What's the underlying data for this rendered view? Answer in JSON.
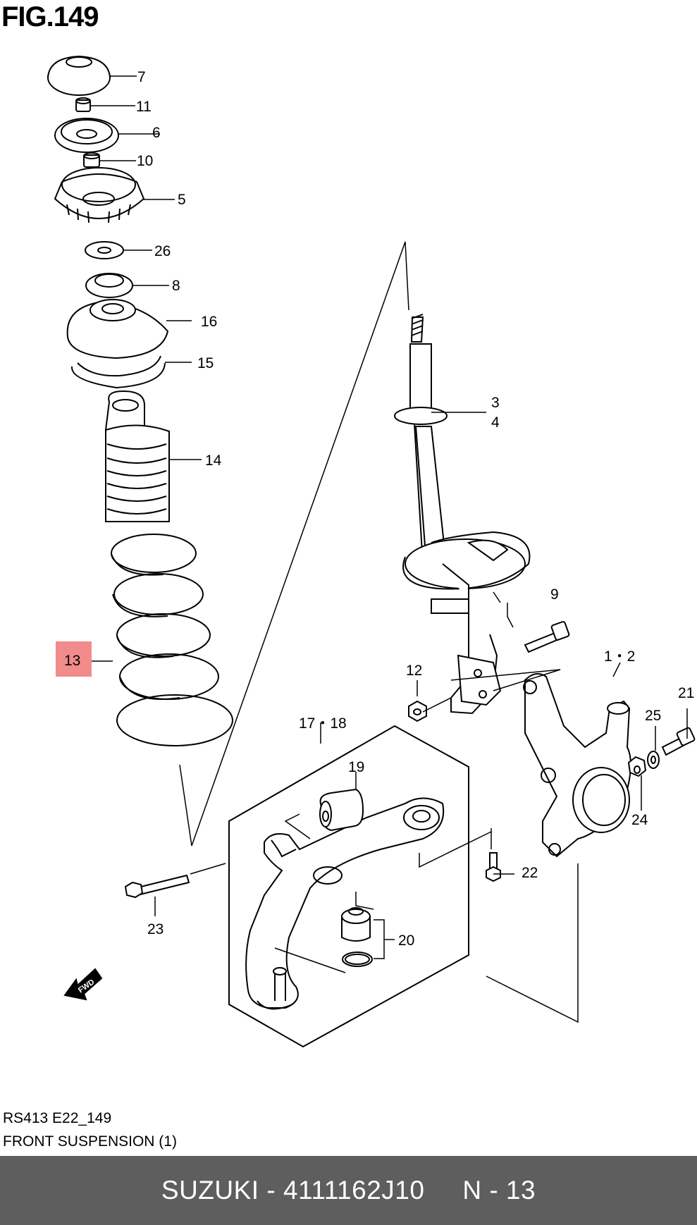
{
  "figure": {
    "title": "FIG.149"
  },
  "callouts": [
    {
      "id": "c7",
      "text": "7"
    },
    {
      "id": "c11",
      "text": "11"
    },
    {
      "id": "c6",
      "text": "6"
    },
    {
      "id": "c10",
      "text": "10"
    },
    {
      "id": "c5",
      "text": "5"
    },
    {
      "id": "c26",
      "text": "26"
    },
    {
      "id": "c8",
      "text": "8"
    },
    {
      "id": "c16",
      "text": "16"
    },
    {
      "id": "c15",
      "text": "15"
    },
    {
      "id": "c14",
      "text": "14"
    },
    {
      "id": "c13",
      "text": "13",
      "highlighted": true
    },
    {
      "id": "c3",
      "text": "3"
    },
    {
      "id": "c4",
      "text": "4"
    },
    {
      "id": "c9",
      "text": "9"
    },
    {
      "id": "c12",
      "text": "12"
    },
    {
      "id": "c1-2",
      "text": "1・2"
    },
    {
      "id": "c21",
      "text": "21"
    },
    {
      "id": "c25",
      "text": "25"
    },
    {
      "id": "c24",
      "text": "24"
    },
    {
      "id": "c17-18",
      "text": "17・18"
    },
    {
      "id": "c19",
      "text": "19"
    },
    {
      "id": "c22",
      "text": "22"
    },
    {
      "id": "c23",
      "text": "23"
    },
    {
      "id": "c20",
      "text": "20"
    }
  ],
  "fwd_arrow": {
    "text": "FWD"
  },
  "caption": {
    "code": "RS413 E22_149",
    "name": "FRONT SUSPENSION (1)"
  },
  "footer": {
    "text": "SUZUKI - 4111162J10     N - 13"
  },
  "colors": {
    "highlight": "#f28b8b",
    "footer_bg": "#5e5e5e",
    "footer_text": "#ffffff"
  }
}
